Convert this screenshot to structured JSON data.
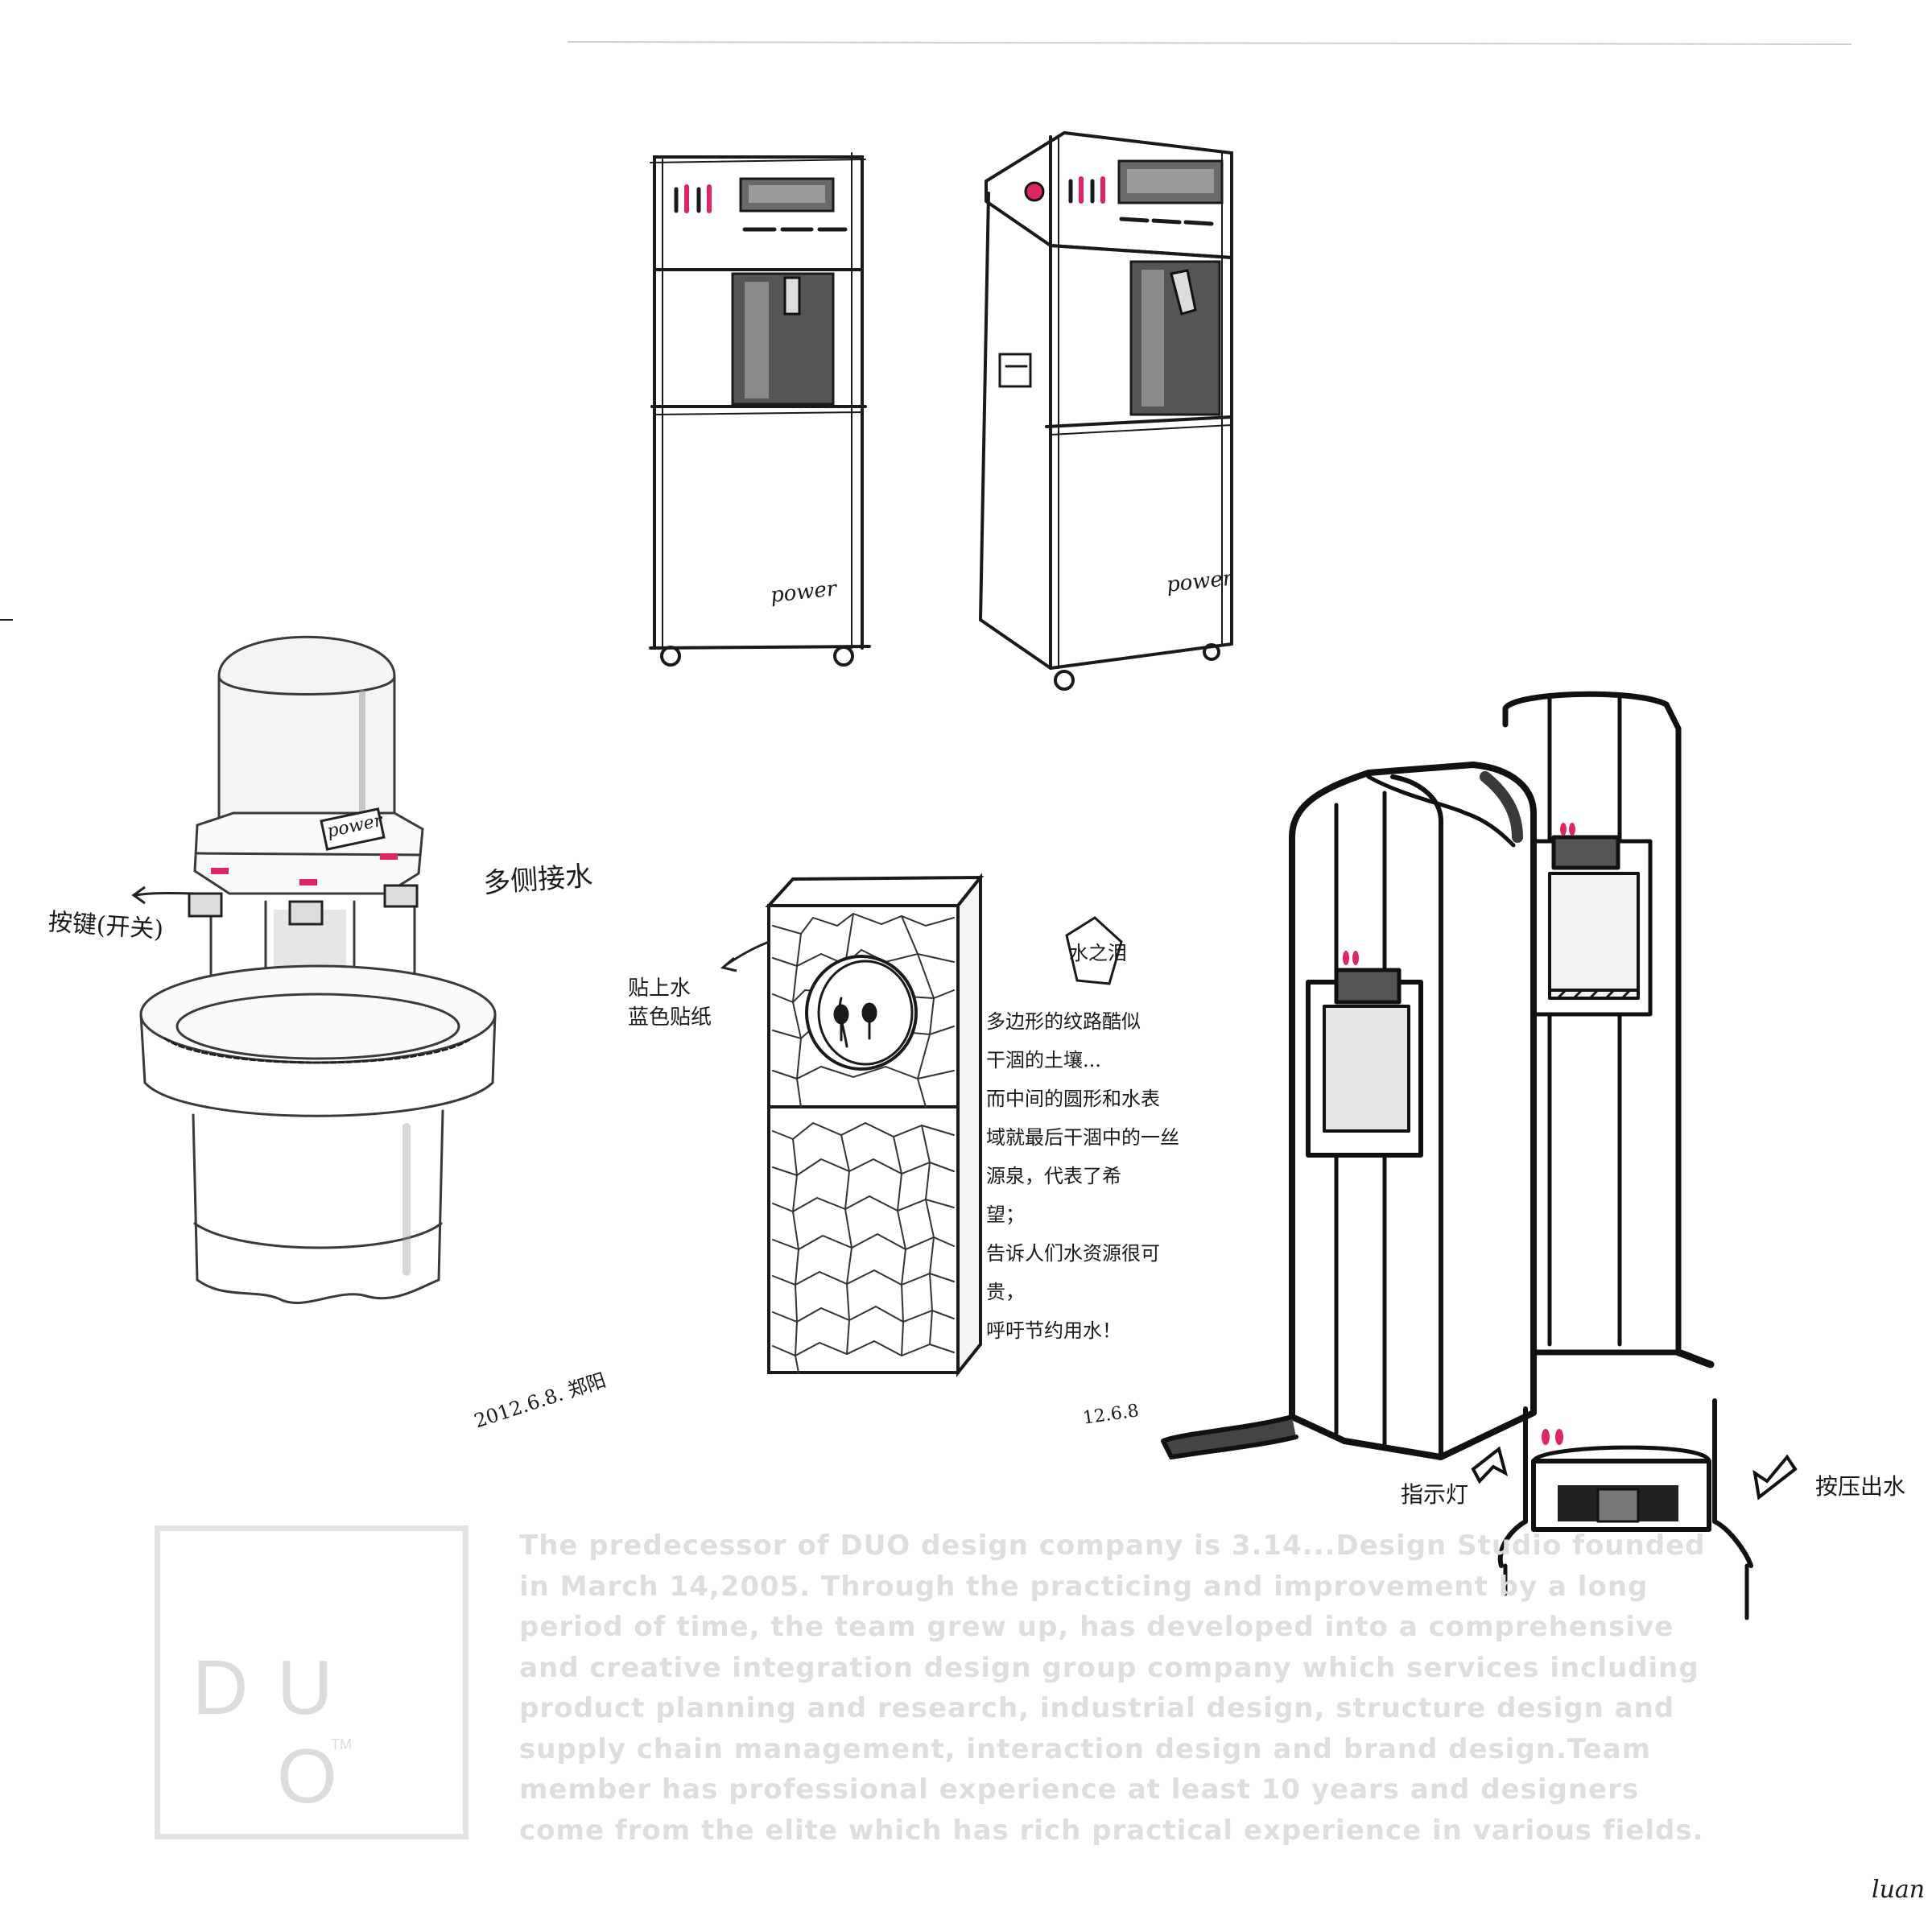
{
  "sketch_labels": {
    "power_front": "power",
    "power_side": "power",
    "power_cylinder": "power",
    "left_note_1": "按键(开关)",
    "left_note_2": "多侧接水",
    "left_date": "2012.6.8. 郑阳",
    "center_note_1": "贴上水\n蓝色贴纸",
    "pentagon_label": "水之泪",
    "center_paragraph": "多边形的纹路酷似\n干涸的土壤...\n而中间的圆形和水表\n域就最后干涸中的一丝\n源泉，代表了希\n望；\n告诉人们水资源很可贵，\n呼吁节约用水！",
    "center_date": "12.6.8",
    "right_note_1": "指示灯",
    "right_note_2": "按压出水",
    "corner_signature": "luan"
  },
  "logo": {
    "letters": [
      "D",
      "U",
      "O"
    ],
    "trademark": "TM"
  },
  "blurb_lines": [
    "The predecessor of DUO design company is 3.14...Design Studio founded",
    "in March 14,2005. Through  the practicing and improvement by a long",
    "period of time, the team grew up, has developed into a comprehensive",
    "and creative integration design group  company which services including",
    "product planning and research,  industrial design,   structure design and",
    "supply chain management,  interaction design and brand design.Team",
    "member has  professional experience at least 10 years and designers",
    "come from the elite which has rich practical experience in various fields."
  ],
  "colors": {
    "ink": "#1a1a1a",
    "marker_gray": "#5a5a5a",
    "accent_pink": "#e0245e",
    "watermark_gray": "#dedede"
  }
}
